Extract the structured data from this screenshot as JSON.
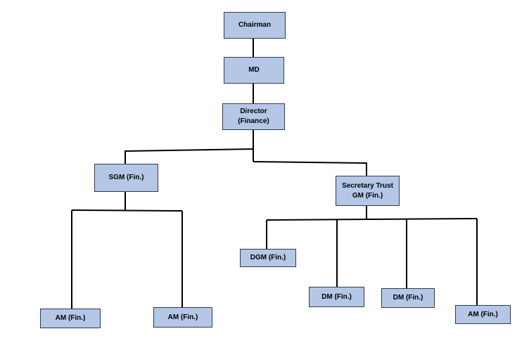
{
  "diagram": {
    "type": "organization-chart",
    "colors": {
      "box_fill": "#b4c7e7",
      "box_border": "#2f3b4c",
      "connector": "#000000",
      "text": "#000000"
    },
    "nodes": {
      "chairman": {
        "label": "Chairman"
      },
      "md": {
        "label": "MD"
      },
      "director": {
        "label": "Director\n(Finance)"
      },
      "sgm": {
        "label": "SGM (Fin.)"
      },
      "secretary_trust": {
        "label": "Secretary Trust\nGM (Fin.)"
      },
      "am_1": {
        "label": "AM (Fin.)"
      },
      "am_2": {
        "label": "AM (Fin.)"
      },
      "dgm": {
        "label": "DGM (Fin.)"
      },
      "dm_1": {
        "label": "DM (Fin.)"
      },
      "dm_2": {
        "label": "DM (Fin.)"
      },
      "am_3": {
        "label": "AM (Fin.)"
      }
    },
    "edges": [
      {
        "from": "chairman",
        "to": "md"
      },
      {
        "from": "md",
        "to": "director"
      },
      {
        "from": "director",
        "to": "sgm"
      },
      {
        "from": "director",
        "to": "secretary_trust"
      },
      {
        "from": "sgm",
        "to": "am_1"
      },
      {
        "from": "sgm",
        "to": "am_2"
      },
      {
        "from": "secretary_trust",
        "to": "dgm"
      },
      {
        "from": "secretary_trust",
        "to": "dm_1"
      },
      {
        "from": "secretary_trust",
        "to": "dm_2"
      },
      {
        "from": "secretary_trust",
        "to": "am_3"
      }
    ]
  }
}
